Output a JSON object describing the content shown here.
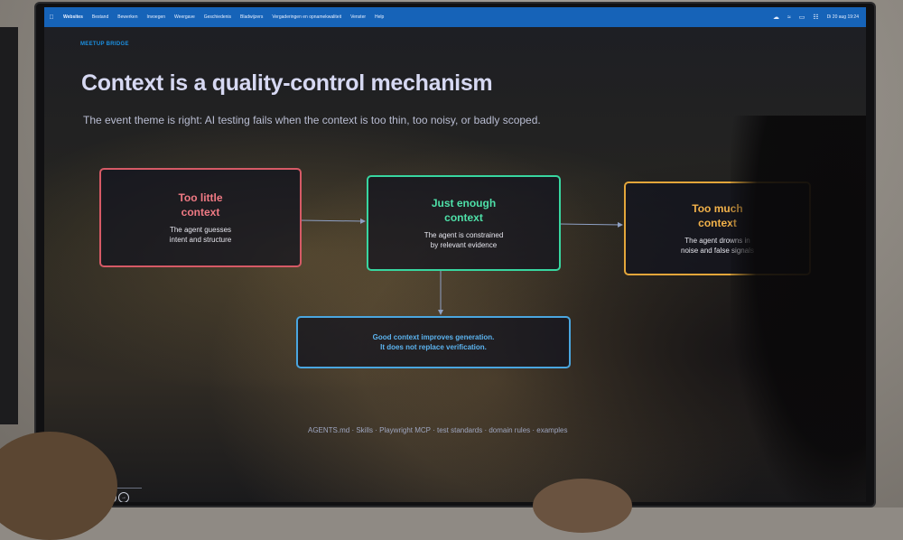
{
  "menubar": {
    "items": [
      "Websites",
      "Bestand",
      "Bewerken",
      "Invoegen",
      "Weergave",
      "Geschiedenis",
      "Bladwijzers",
      "Vergaderingen en opnamekwaliteit",
      "Venster",
      "Help"
    ],
    "datetime": "Di 20 aug 19:24"
  },
  "slide": {
    "eyebrow": "MEETUP BRIDGE",
    "title": "Context is a quality-control mechanism",
    "subtitle": "The event theme is right: AI testing fails when the context is too thin, too noisy, or badly scoped.",
    "boxes": {
      "too_little": {
        "title_line1": "Too little",
        "title_line2": "context",
        "desc_line1": "The agent guesses",
        "desc_line2": "intent and structure"
      },
      "just_enough": {
        "title_line1": "Just enough",
        "title_line2": "context",
        "desc_line1": "The agent is constrained",
        "desc_line2": "by relevant evidence"
      },
      "too_much": {
        "title_line1": "Too much",
        "title_line2": "context",
        "desc_line1": "The agent drowns in",
        "desc_line2": "noise and false signals"
      },
      "good": {
        "line1": "Good context improves generation.",
        "line2": "It does not replace verification."
      }
    },
    "footer": "AGENTS.md · Skills · Playwright MCP · test standards · domain rules · examples"
  },
  "colors": {
    "menubar": "#1663b8",
    "too_little": "#d65a66",
    "just_enough": "#38d6a0",
    "too_much": "#e3a63a",
    "good": "#4aa6e0"
  },
  "icons": [
    "apple-icon",
    "creative-cloud-icon",
    "wifi-icon",
    "battery-icon",
    "control-center-icon",
    "prev-slide-icon",
    "next-slide-icon"
  ]
}
